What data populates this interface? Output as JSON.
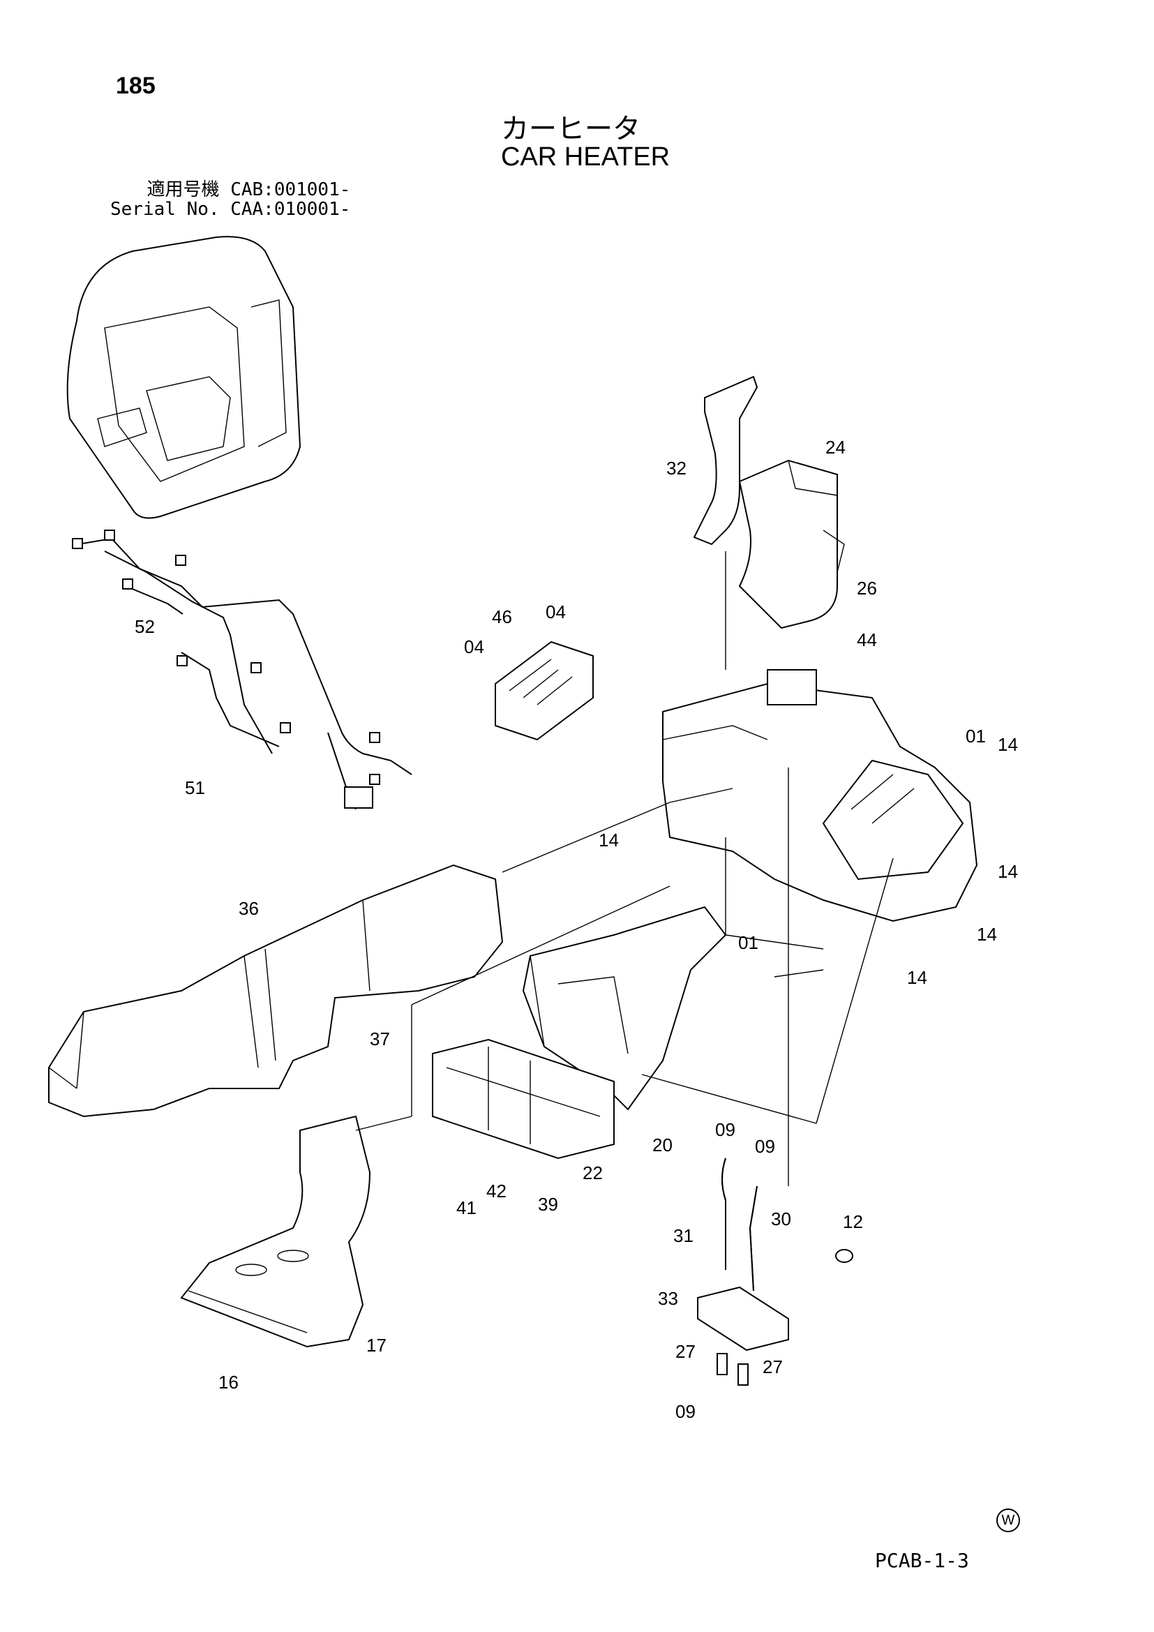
{
  "page": {
    "number": "185",
    "title_jp": "カーヒータ",
    "title_en": "CAR HEATER",
    "serial_label_jp": "適用号機",
    "serial_cab": "CAB:001001-",
    "serial_label_en": "Serial No.",
    "serial_caa": "CAA:010001-",
    "code": "PCAB-1-3",
    "mark": "W"
  },
  "parts": [
    {
      "id": "p32",
      "label": "32"
    },
    {
      "id": "p24",
      "label": "24"
    },
    {
      "id": "p26",
      "label": "26"
    },
    {
      "id": "p52",
      "label": "52"
    },
    {
      "id": "p46",
      "label": "46"
    },
    {
      "id": "p04a",
      "label": "04"
    },
    {
      "id": "p04b",
      "label": "04"
    },
    {
      "id": "p44",
      "label": "44"
    },
    {
      "id": "p01a",
      "label": "01"
    },
    {
      "id": "p14a",
      "label": "14"
    },
    {
      "id": "p51",
      "label": "51"
    },
    {
      "id": "p14b",
      "label": "14"
    },
    {
      "id": "p14c",
      "label": "14"
    },
    {
      "id": "p36",
      "label": "36"
    },
    {
      "id": "p01b",
      "label": "01"
    },
    {
      "id": "p14d",
      "label": "14"
    },
    {
      "id": "p14e",
      "label": "14"
    },
    {
      "id": "p37",
      "label": "37"
    },
    {
      "id": "p20",
      "label": "20"
    },
    {
      "id": "p09a",
      "label": "09"
    },
    {
      "id": "p09b",
      "label": "09"
    },
    {
      "id": "p22",
      "label": "22"
    },
    {
      "id": "p42",
      "label": "42"
    },
    {
      "id": "p41",
      "label": "41"
    },
    {
      "id": "p39",
      "label": "39"
    },
    {
      "id": "p30",
      "label": "30"
    },
    {
      "id": "p12",
      "label": "12"
    },
    {
      "id": "p31",
      "label": "31"
    },
    {
      "id": "p33",
      "label": "33"
    },
    {
      "id": "p17",
      "label": "17"
    },
    {
      "id": "p27a",
      "label": "27"
    },
    {
      "id": "p27b",
      "label": "27"
    },
    {
      "id": "p16",
      "label": "16"
    },
    {
      "id": "p09c",
      "label": "09"
    }
  ]
}
